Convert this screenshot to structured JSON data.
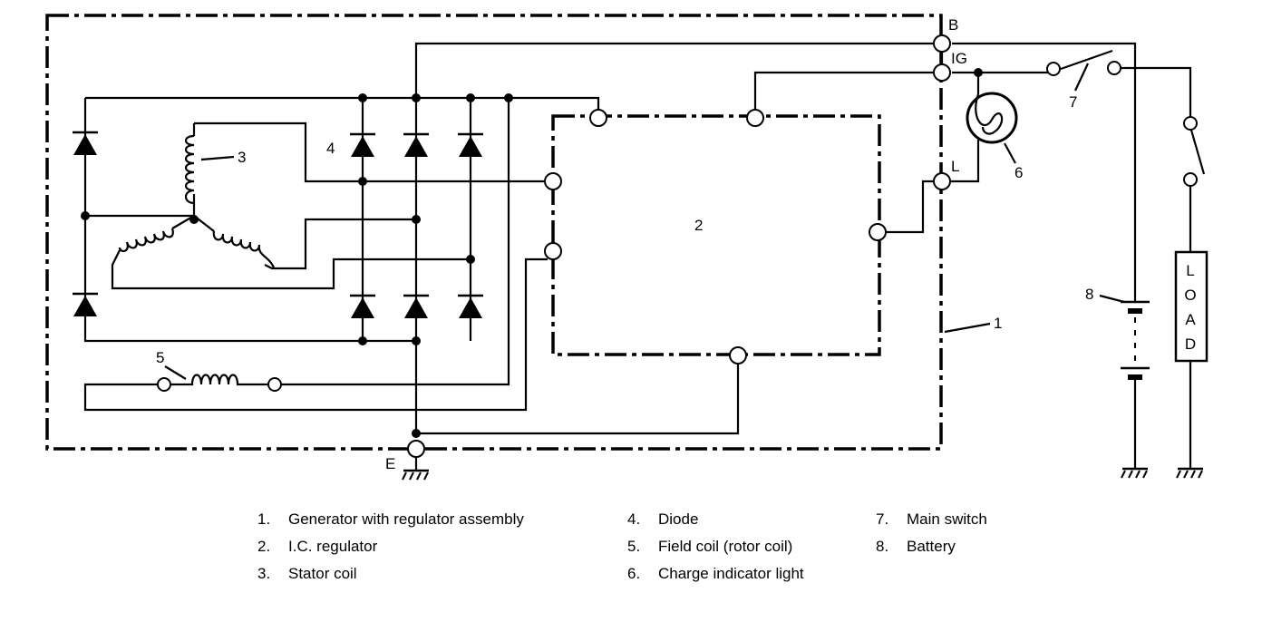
{
  "terminals": {
    "b": "B",
    "ig": "IG",
    "l": "L",
    "e": "E"
  },
  "callouts": [
    "1",
    "2",
    "3",
    "4",
    "5",
    "6",
    "7",
    "8"
  ],
  "load_label": [
    "L",
    "O",
    "A",
    "D"
  ],
  "legend": [
    {
      "num": "1.",
      "text": "Generator with regulator assembly"
    },
    {
      "num": "2.",
      "text": "I.C. regulator"
    },
    {
      "num": "3.",
      "text": "Stator coil"
    },
    {
      "num": "4.",
      "text": "Diode"
    },
    {
      "num": "5.",
      "text": "Field coil (rotor coil)"
    },
    {
      "num": "6.",
      "text": "Charge indicator light"
    },
    {
      "num": "7.",
      "text": "Main switch"
    },
    {
      "num": "8.",
      "text": "Battery"
    }
  ]
}
